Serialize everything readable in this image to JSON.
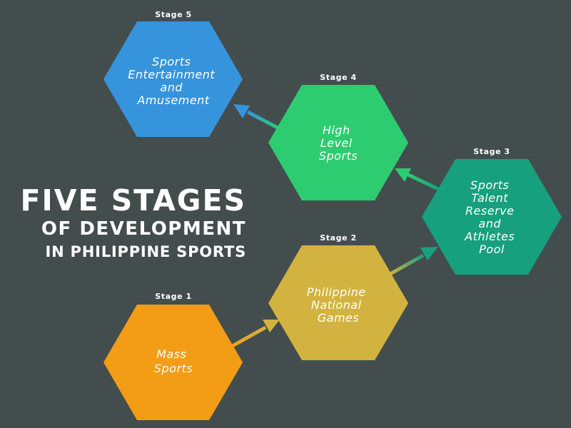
{
  "title": {
    "line1": "FIVE STAGES",
    "line2": "OF DEVELOPMENT",
    "line3": "IN PHILIPPINE SPORTS"
  },
  "stages": [
    {
      "label": "Stage 1",
      "lines": [
        "Mass",
        "Sports"
      ],
      "color": "#f39c16"
    },
    {
      "label": "Stage 2",
      "lines": [
        "Philippine",
        "National",
        "Games"
      ],
      "color": "#d3b33f"
    },
    {
      "label": "Stage 3",
      "lines": [
        "Sports",
        "Talent",
        "Reserve",
        "and",
        "Athletes",
        "Pool"
      ],
      "color": "#17a07e"
    },
    {
      "label": "Stage 4",
      "lines": [
        "High",
        "Level",
        "Sports"
      ],
      "color": "#2ecc71"
    },
    {
      "label": "Stage 5",
      "lines": [
        "Sports",
        "Entertainment",
        "and",
        "Amusement"
      ],
      "color": "#3694dd"
    }
  ]
}
